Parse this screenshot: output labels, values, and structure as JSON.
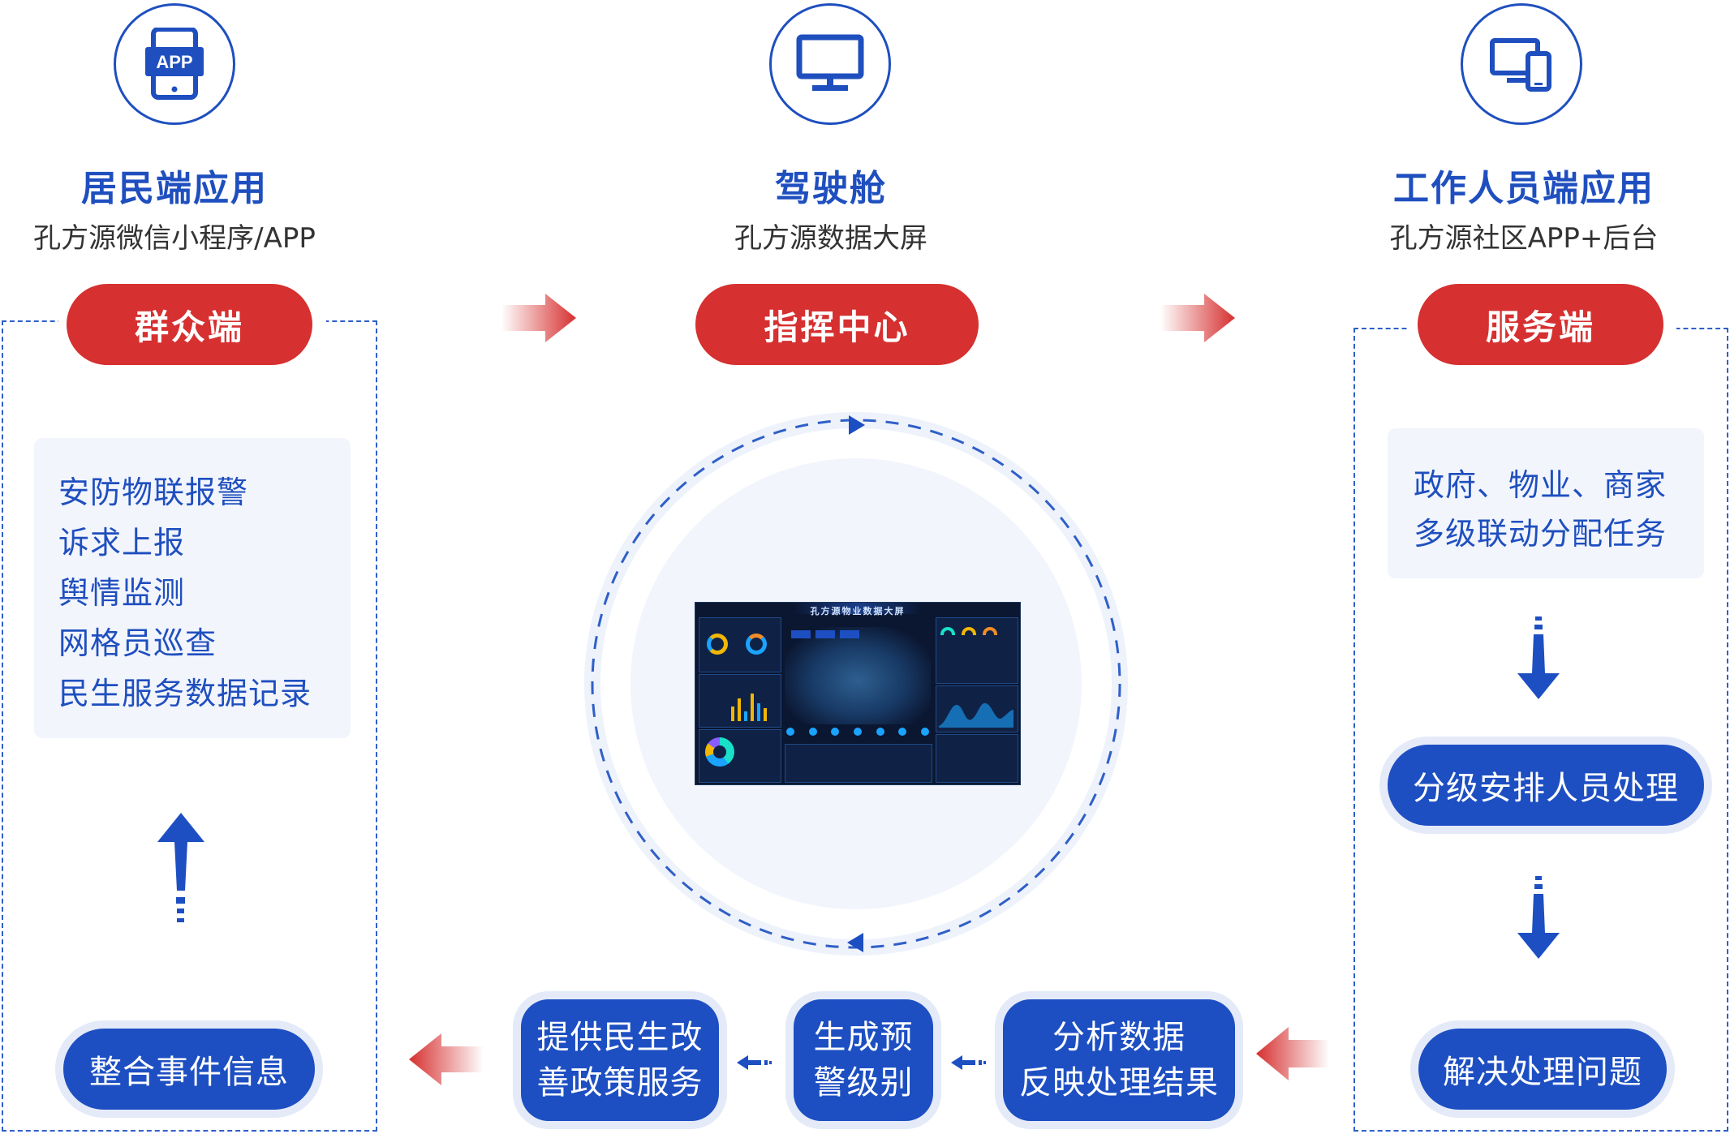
{
  "columns": [
    {
      "title": "居民端应用",
      "subtitle": "孔方源微信小程序/APP",
      "pill": "群众端",
      "icon": "app-phone-icon",
      "icon_text": "APP"
    },
    {
      "title": "驾驶舱",
      "subtitle": "孔方源数据大屏",
      "pill": "指挥中心",
      "icon": "monitor-icon"
    },
    {
      "title": "工作人员端应用",
      "subtitle": "孔方源社区APP+后台",
      "pill": "服务端",
      "icon": "devices-icon"
    }
  ],
  "left_list": [
    "安防物联报警",
    "诉求上报",
    "舆情监测",
    "网格员巡查",
    "民生服务数据记录"
  ],
  "left_bottom": "整合事件信息",
  "right_box": [
    "政府、物业、商家",
    "多级联动分配任务"
  ],
  "right_step1": "分级安排人员处理",
  "right_step2": "解决处理问题",
  "bottom_steps": [
    [
      "分析数据",
      "反映处理结果"
    ],
    [
      "生成预",
      "警级别"
    ],
    [
      "提供民生改",
      "善政策服务"
    ]
  ],
  "dashboard": {
    "title": "孔方源物业数据大屏"
  },
  "colors": {
    "blue": "#1d4fc3",
    "red": "#d63030",
    "light": "#f2f5fc"
  }
}
